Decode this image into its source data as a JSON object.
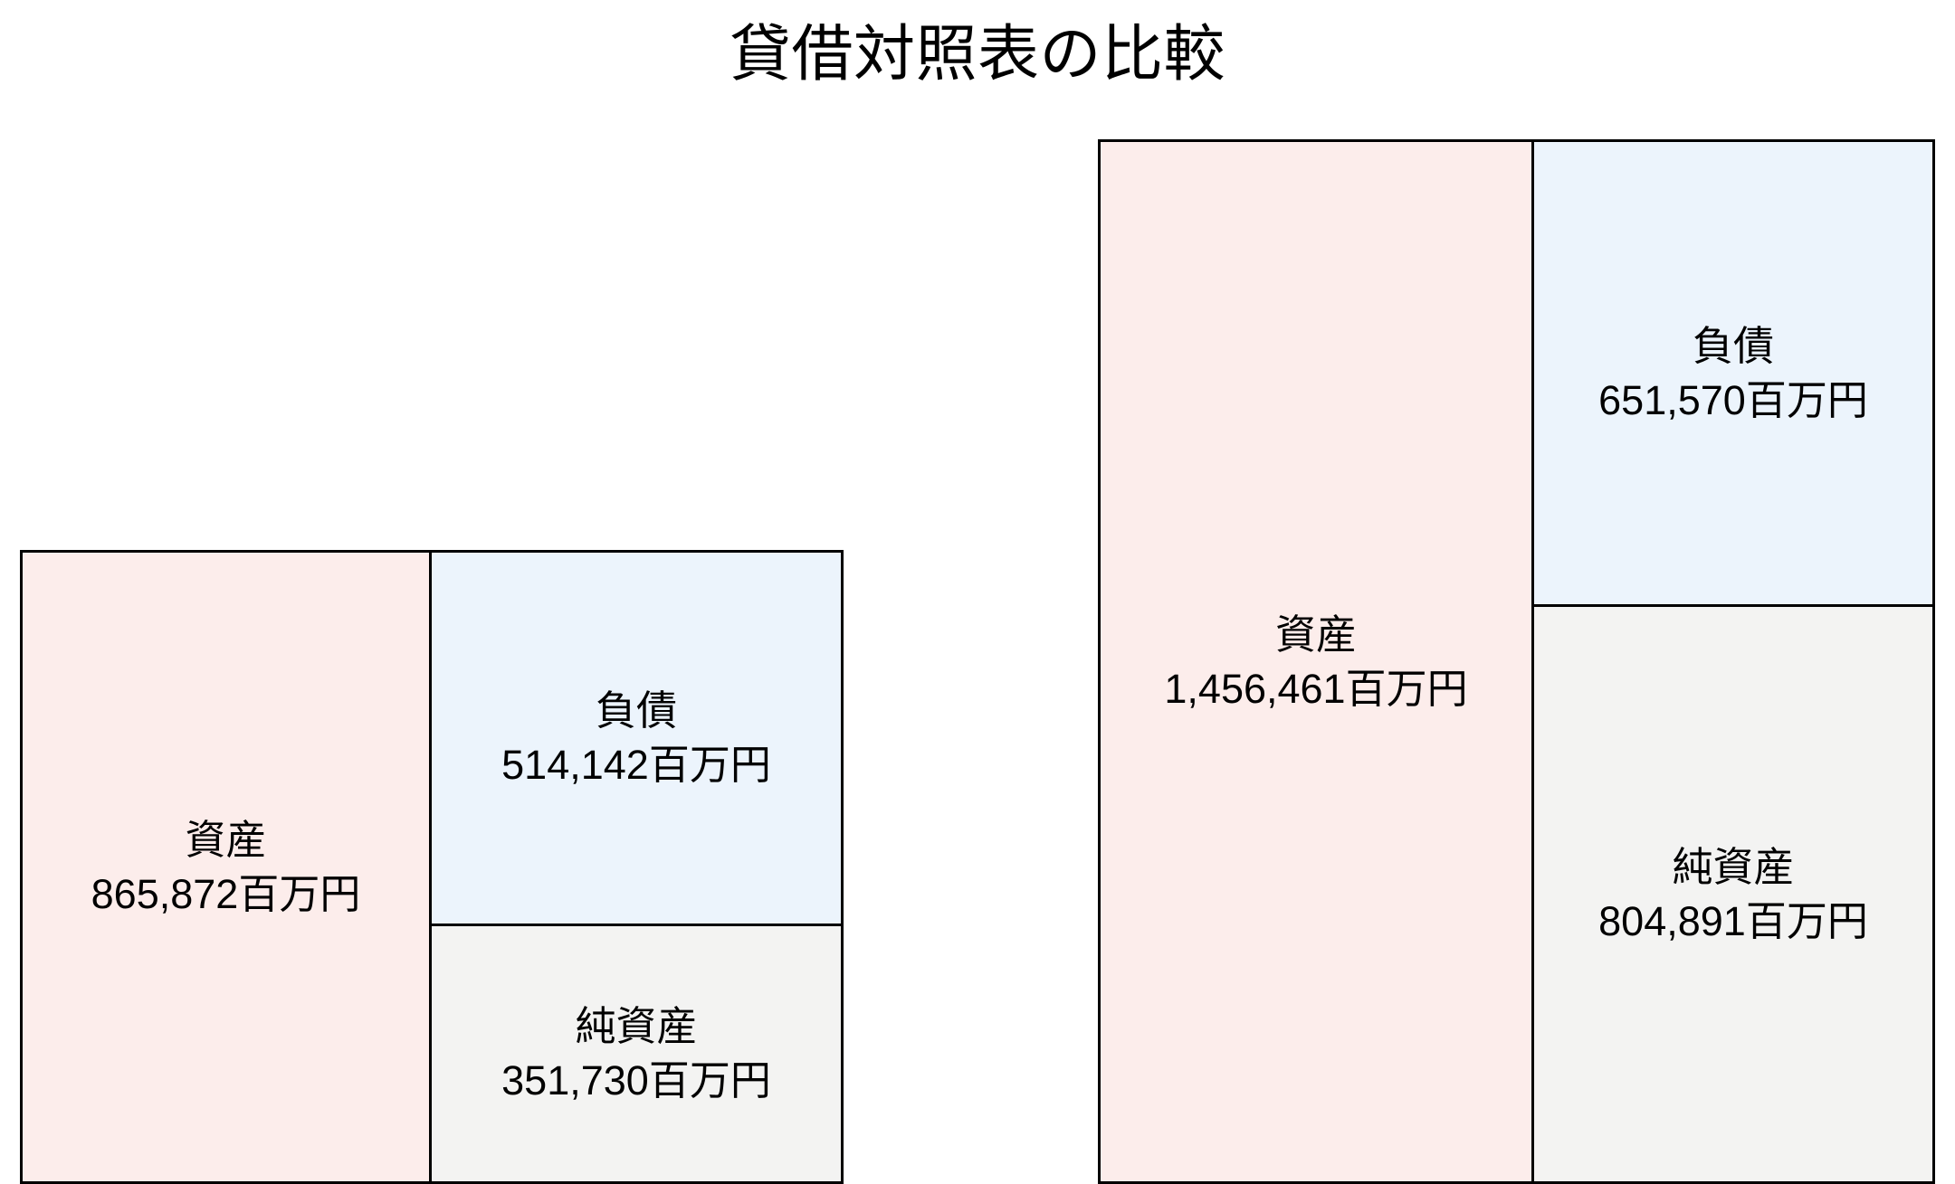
{
  "title": "貸借対照表の比較",
  "units": "百万円",
  "colors": {
    "assets_fill": "#fcedeb",
    "liabilities_fill": "#ecf4fc",
    "equity_fill": "#f3f3f2",
    "edge": "#000000",
    "background": "#ffffff",
    "text": "#000000"
  },
  "charts": {
    "left": {
      "assets": {
        "name": "資産",
        "value": "865,872百万円"
      },
      "liabilities": {
        "name": "負債",
        "value": "514,142百万円"
      },
      "equity": {
        "name": "純資産",
        "value": "351,730百万円"
      }
    },
    "right": {
      "assets": {
        "name": "資産",
        "value": "1,456,461百万円"
      },
      "liabilities": {
        "name": "負債",
        "value": "651,570百万円"
      },
      "equity": {
        "name": "純資産",
        "value": "804,891百万円"
      }
    }
  },
  "chart_data": {
    "type": "bar",
    "title": "貸借対照表の比較",
    "subtitle": "",
    "xlabel": "",
    "ylabel": "",
    "unit": "百万円",
    "legend": [],
    "grid": false,
    "note": "Two proportional balance-sheet block diagrams. Each group: left column = 資産 (assets, full height); right column = 負債 (liabilities, top) stacked over 純資産 (net assets, bottom). Box heights are proportional to monetary value; both groups share the same vertical scale and share a common baseline at the bottom of the figure.",
    "series": [
      {
        "name": "左（小）貸借対照表",
        "items": [
          {
            "label": "資産",
            "value": 865872,
            "unit": "百万円",
            "fill": "#fcedeb",
            "column": "left",
            "display": "865,872百万円"
          },
          {
            "label": "負債",
            "value": 514142,
            "unit": "百万円",
            "fill": "#ecf4fc",
            "column": "right",
            "display": "514,142百万円"
          },
          {
            "label": "純資産",
            "value": 351730,
            "unit": "百万円",
            "fill": "#f3f3f2",
            "column": "right",
            "display": "351,730百万円"
          }
        ]
      },
      {
        "name": "右（大）貸借対照表",
        "items": [
          {
            "label": "資産",
            "value": 1456461,
            "unit": "百万円",
            "fill": "#fcedeb",
            "column": "left",
            "display": "1,456,461百万円"
          },
          {
            "label": "負債",
            "value": 651570,
            "unit": "百万円",
            "fill": "#ecf4fc",
            "column": "right",
            "display": "651,570百万円"
          },
          {
            "label": "純資産",
            "value": 804891,
            "unit": "百万円",
            "fill": "#f3f3f2",
            "column": "right",
            "display": "804,891百万円"
          }
        ]
      }
    ]
  }
}
